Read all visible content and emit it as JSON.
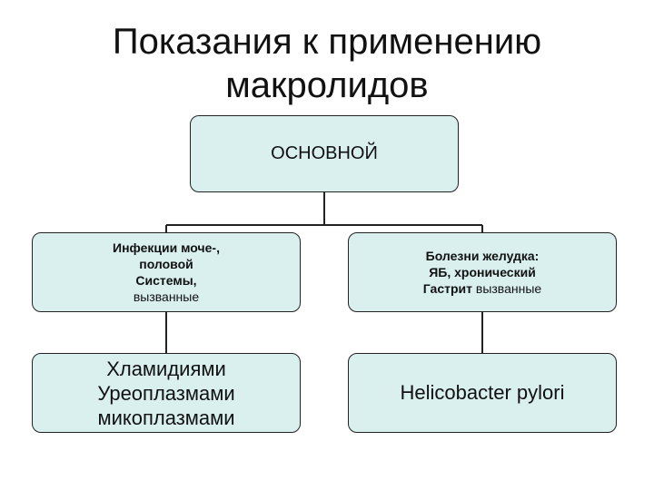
{
  "title_line1": "Показания к применению",
  "title_line2": "макролидов",
  "root": "ОСНОВНОЙ",
  "left_info": {
    "line1": "Инфекции моче-,",
    "line2": "половой",
    "line3": "Системы,",
    "line4": "вызванные"
  },
  "right_info": {
    "line1": "Болезни желудка:",
    "line2": "ЯБ, хронический",
    "line3_bold": "Гастрит",
    "line3_rest": "вызванные"
  },
  "left_pathogens": [
    "Хламидиями",
    "Уреоплазмами",
    "микоплазмами"
  ],
  "right_pathogen": "Helicobacter pylori",
  "colors": {
    "box_fill": "#d9f0ef",
    "border": "#222222"
  }
}
